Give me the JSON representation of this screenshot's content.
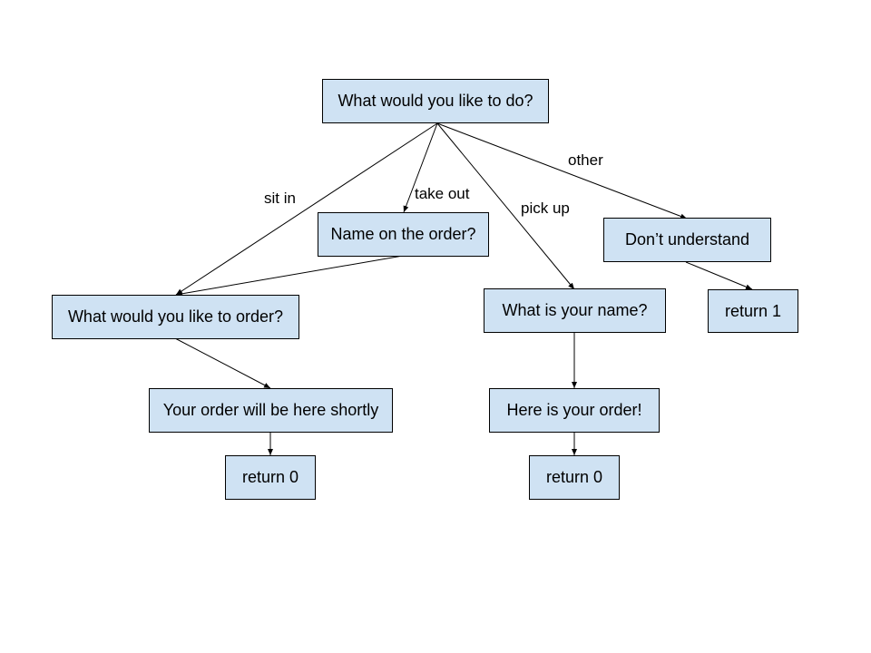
{
  "nodes": {
    "start": "What would you like to do?",
    "name_on_order": "Name on the order?",
    "what_order": "What would you like to order?",
    "order_shortly": "Your order will be here shortly",
    "return_0_left": "return 0",
    "what_name": "What is your name?",
    "here_order": "Here is your order!",
    "return_0_mid": "return 0",
    "dont_understand": "Don’t understand",
    "return_1": "return 1"
  },
  "edges": {
    "sit_in": "sit in",
    "take_out": "take out",
    "pick_up": "pick up",
    "other": "other"
  },
  "colors": {
    "node_fill": "#cfe2f3",
    "stroke": "#000000"
  }
}
